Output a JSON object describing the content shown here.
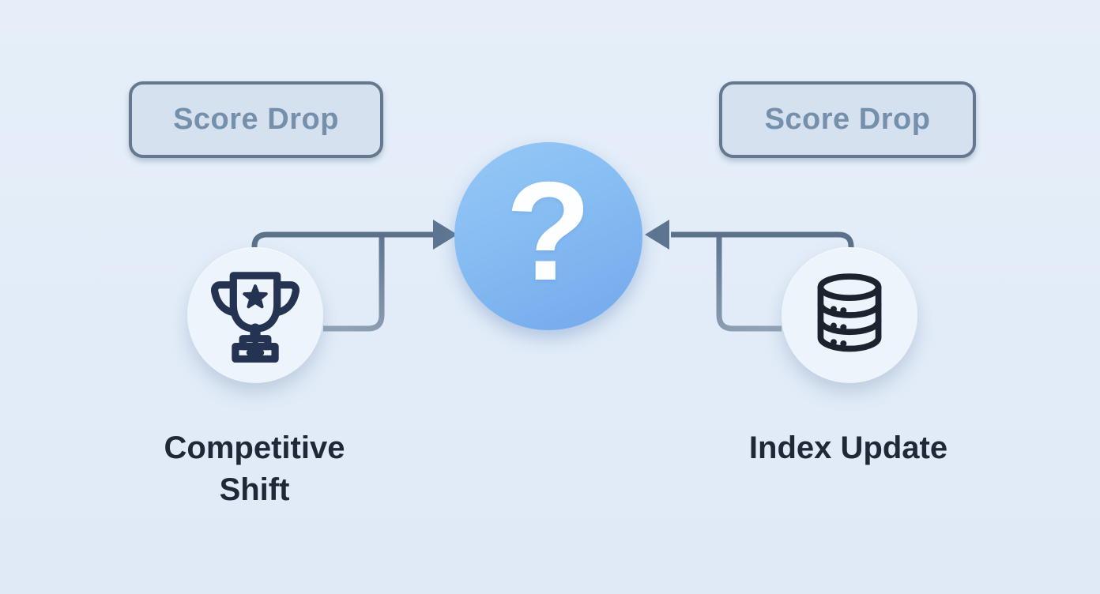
{
  "diagram": {
    "title_implied": "two possible causes pointing to an unknown outcome",
    "background_color": "#e3edf8",
    "top_labels": {
      "left": "Score Drop",
      "right": "Score Drop"
    },
    "center": {
      "symbol": "?",
      "meaning": "unknown-cause",
      "icon": "question-mark-icon",
      "gradient_top": "#95c8f6",
      "gradient_bottom": "#73a8ec",
      "symbol_color": "#ffffff"
    },
    "causes": [
      {
        "icon": "trophy-icon",
        "label": "Competitive Shift"
      },
      {
        "icon": "database-icon",
        "label": "Index Update"
      }
    ],
    "colors": {
      "connector_line": "#5a7189",
      "connector_branch_light": "#90a2b5",
      "arrowhead": "#5d7590",
      "badge_fill": "#d6e1f0",
      "badge_border": "#64798f",
      "badge_text": "#7590aa",
      "label_text": "#1e2836",
      "trophy_icon_color": "#243351",
      "database_icon_color": "#1d232e",
      "icon_circle_fill": "#edf4fb"
    }
  }
}
